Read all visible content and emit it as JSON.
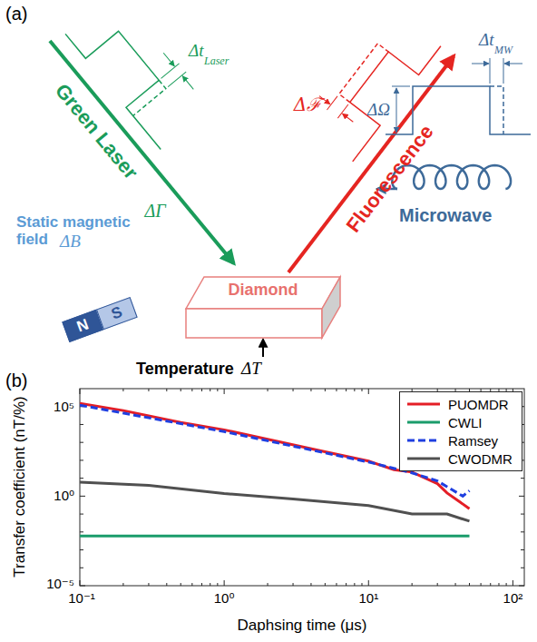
{
  "diagram": {
    "nodes": [
      {
        "text": [
          "Diamond"
        ]
      },
      {
        "text": [
          "N"
        ]
      },
      {
        "text": [
          "S"
        ]
      }
    ],
    "labels": [
      "(a)",
      "Green Laser",
      "ΔΓ",
      "Δt",
      "Laser",
      "Fluorescence",
      "Δℱ",
      "Static magnetic field",
      "ΔB",
      "Δt",
      "MW",
      "ΔΩ",
      "Microwave",
      "Temperature",
      "ΔT",
      "(b)",
      "10⁵",
      "10⁰",
      "10⁻⁵",
      "10⁻¹",
      "10⁰",
      "10¹",
      "10²",
      "Transfer coefficient (nT/%)",
      "Daphsing time (μs)"
    ],
    "legend": [
      {
        "text": "PUOMDR"
      },
      {
        "text": "CWLI"
      },
      {
        "text": "Ramsey"
      },
      {
        "text": "CWODMR"
      }
    ]
  }
}
